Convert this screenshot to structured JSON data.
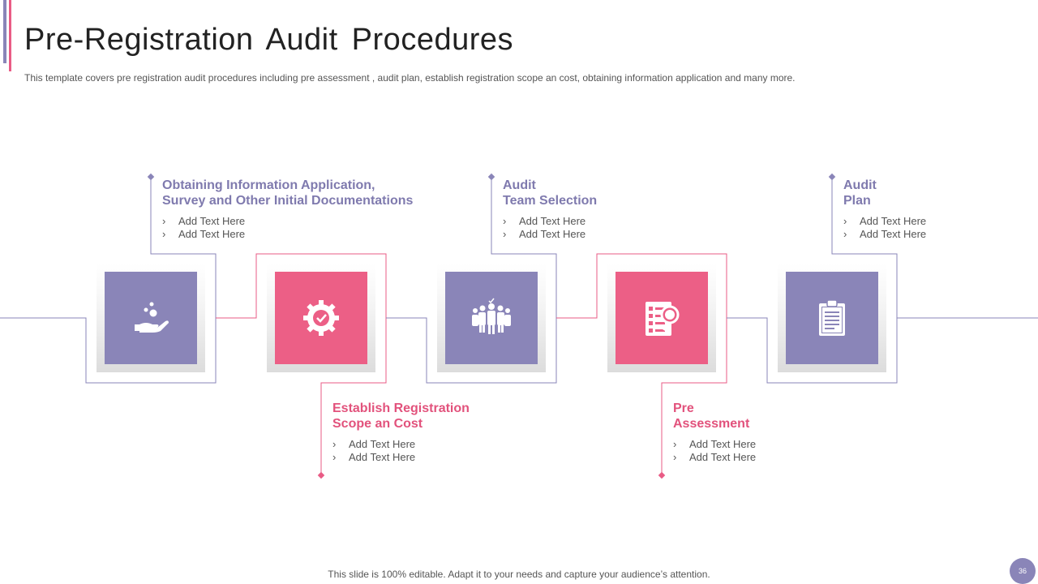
{
  "header": {
    "title": "Pre-Registration Audit Procedures",
    "subtitle": "This template covers pre registration audit procedures including pre assessment , audit plan, establish registration scope an cost, obtaining information application and many more."
  },
  "colors": {
    "purple": "#8a85b8",
    "pink": "#ec5f86",
    "heading_purple": "#7f7aae",
    "heading_pink": "#e2527c"
  },
  "steps": [
    {
      "heading": "Obtaining Information Application,\n Survey and Other Initial Documentations",
      "items": [
        "Add Text Here",
        "Add Text Here"
      ],
      "icon": "hand-coins-icon"
    },
    {
      "heading": "Establish Registration\n Scope an Cost",
      "items": [
        "Add Text Here",
        "Add Text Here"
      ],
      "icon": "gear-check-icon"
    },
    {
      "heading": "Audit\n Team Selection",
      "items": [
        "Add Text Here",
        "Add Text Here"
      ],
      "icon": "team-icon"
    },
    {
      "heading": "Pre\nAssessment",
      "items": [
        "Add Text Here",
        "Add Text Here"
      ],
      "icon": "checklist-magnifier-icon"
    },
    {
      "heading": "Audit\nPlan",
      "items": [
        "Add Text Here",
        "Add Text Here"
      ],
      "icon": "clipboard-icon"
    }
  ],
  "bullet_glyph": "›",
  "footer": {
    "text": "This slide is 100% editable. Adapt it to your needs and capture your audience’s attention.",
    "page_number": "36"
  }
}
